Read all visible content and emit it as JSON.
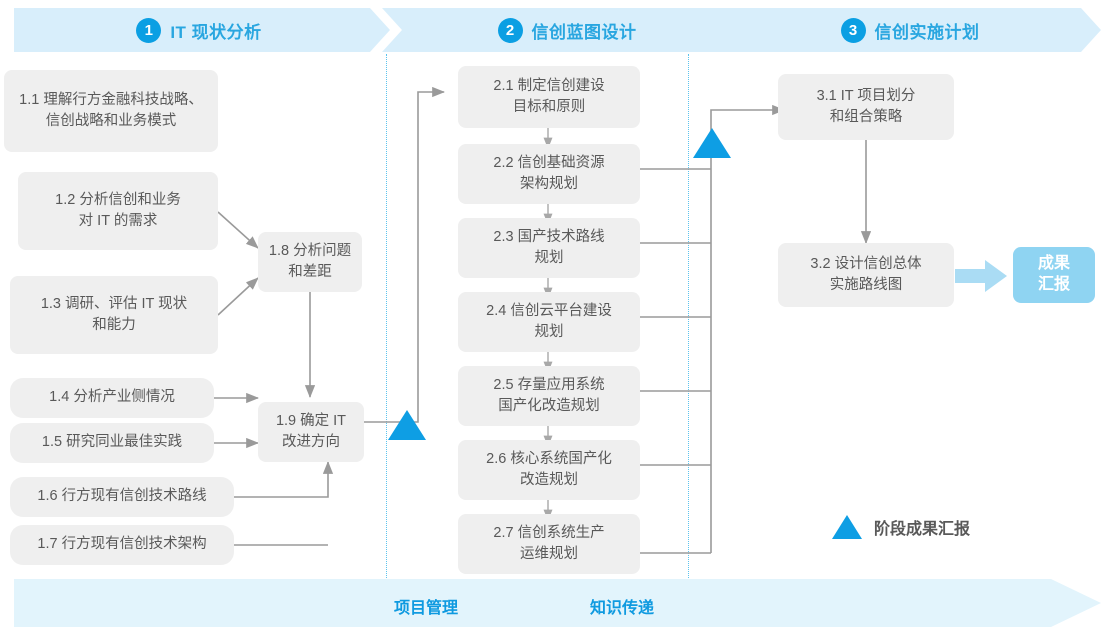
{
  "header": {
    "phases": [
      {
        "num": "1",
        "label": "IT 现状分析"
      },
      {
        "num": "2",
        "label": "信创蓝图设计"
      },
      {
        "num": "3",
        "label": "信创实施计划"
      }
    ],
    "accent_color": "#29a6e0",
    "badge_color": "#0b9fe3",
    "band_color": "#d8eefb"
  },
  "phase1": {
    "boxes": [
      {
        "id": "1.1",
        "text": "1.1 理解行方金融科技战略、\n信创战略和业务模式"
      },
      {
        "id": "1.2",
        "text": "1.2 分析信创和业务\n对 IT 的需求"
      },
      {
        "id": "1.3",
        "text": "1.3 调研、评估 IT 现状\n和能力"
      },
      {
        "id": "1.4",
        "text": "1.4 分析产业侧情况"
      },
      {
        "id": "1.5",
        "text": "1.5 研究同业最佳实践"
      },
      {
        "id": "1.6",
        "text": "1.6 行方现有信创技术路线"
      },
      {
        "id": "1.7",
        "text": "1.7 行方现有信创技术架构"
      },
      {
        "id": "1.8",
        "text": "1.8 分析问题\n和差距"
      },
      {
        "id": "1.9",
        "text": "1.9 确定 IT\n改进方向"
      }
    ]
  },
  "phase2": {
    "boxes": [
      {
        "id": "2.1",
        "text": "2.1 制定信创建设\n目标和原则"
      },
      {
        "id": "2.2",
        "text": "2.2 信创基础资源\n架构规划"
      },
      {
        "id": "2.3",
        "text": "2.3 国产技术路线\n规划"
      },
      {
        "id": "2.4",
        "text": "2.4 信创云平台建设\n规划"
      },
      {
        "id": "2.5",
        "text": "2.5 存量应用系统\n国产化改造规划"
      },
      {
        "id": "2.6",
        "text": "2.6 核心系统国产化\n改造规划"
      },
      {
        "id": "2.7",
        "text": "2.7 信创系统生产\n运维规划"
      }
    ]
  },
  "phase3": {
    "boxes": [
      {
        "id": "3.1",
        "text": "3.1 IT 项目划分\n和组合策略"
      },
      {
        "id": "3.2",
        "text": "3.2 设计信创总体\n实施路线图"
      }
    ],
    "result": {
      "text": "成果\n汇报",
      "color": "#8fd4f2"
    }
  },
  "legend": {
    "label": "阶段成果汇报",
    "marker_color": "#0e9ee4"
  },
  "footer": {
    "labels": [
      "项目管理",
      "知识传递"
    ],
    "band_color": "#e2f4fc",
    "text_color": "#0f9ae0"
  },
  "styles": {
    "box_fill": "#efefef",
    "box_text": "#595959",
    "connector": "#9a9a9a",
    "divider": "#5cc4ee"
  }
}
